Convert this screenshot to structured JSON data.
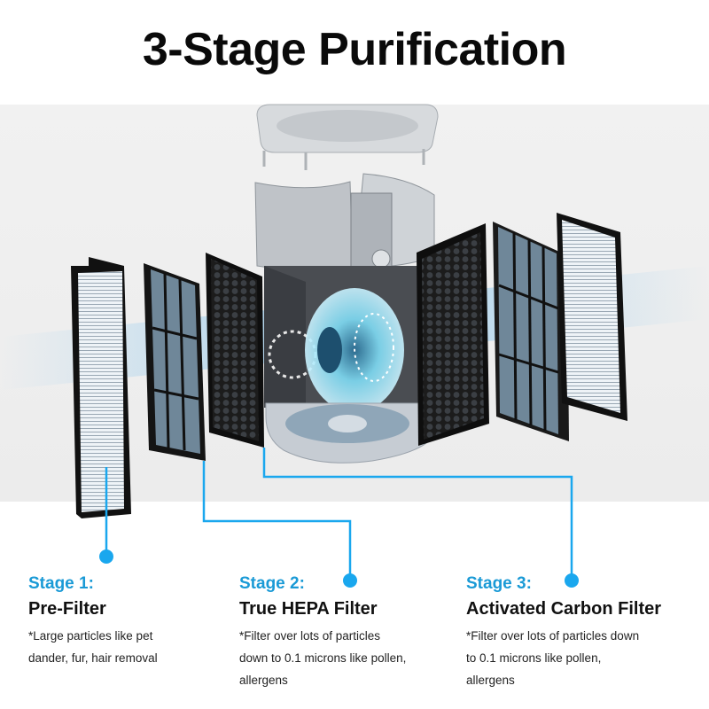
{
  "title": "3-Stage Purification",
  "colors": {
    "accent": "#1a9ad6",
    "connector": "#1aa7ee",
    "background_band": "#efefef",
    "text": "#111111"
  },
  "illustration": {
    "subject": "exploded view of air purifier",
    "parts": [
      "top-grille-cover",
      "upper-housing",
      "fan-core",
      "base",
      "pre-filter-left",
      "hepa-filter-left",
      "carbon-filter-left",
      "carbon-filter-right",
      "hepa-filter-right",
      "pre-filter-right"
    ]
  },
  "stages": [
    {
      "label": "Stage 1:",
      "name": "Pre-Filter",
      "desc_lines": [
        "*Large particles like pet",
        "dander, fur, hair removal"
      ]
    },
    {
      "label": "Stage 2:",
      "name": "True HEPA Filter",
      "desc_lines": [
        "*Filter over  lots  of particles",
        "down to 0.1 microns like pollen,",
        "allergens"
      ]
    },
    {
      "label": "Stage 3:",
      "name": "Activated Carbon Filter",
      "desc_lines": [
        "*Filter over  lots  of particles down",
        "to 0.1 microns like pollen,",
        "allergens"
      ]
    }
  ]
}
